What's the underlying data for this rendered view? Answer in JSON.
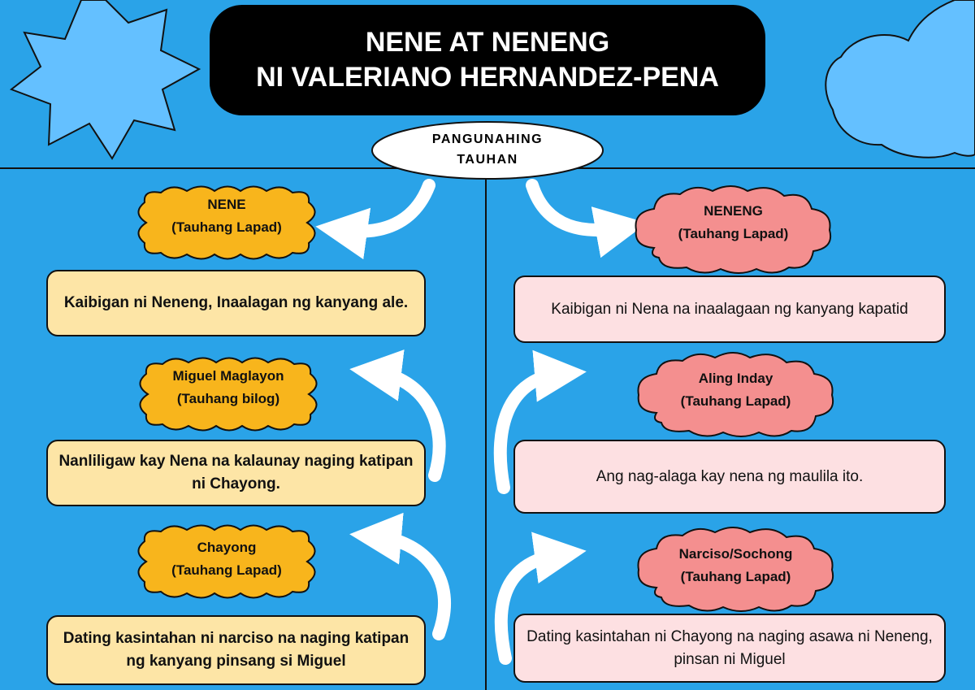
{
  "colors": {
    "background": "#2aa3e8",
    "decor_light_blue": "#64c0ff",
    "title_bg": "#000000",
    "title_text": "#ffffff",
    "left_badge": "#f8b51c",
    "left_box": "#fde5a6",
    "right_badge": "#f48f8f",
    "right_box": "#fde0e2",
    "arrow": "#ffffff"
  },
  "title": {
    "line1": "NENE AT NENENG",
    "line2": "NI VALERIANO HERNANDEZ-PENA"
  },
  "center_oval": {
    "line1": "PANGUNAHING",
    "line2": "TAUHAN"
  },
  "left_characters": [
    {
      "name": "NENE",
      "type": "(Tauhang Lapad)",
      "description": "Kaibigan ni Neneng, Inaalagan ng kanyang ale."
    },
    {
      "name": "Miguel Maglayon",
      "type": "(Tauhang bilog)",
      "description": "Nanliligaw kay Nena na kalaunay naging katipan ni Chayong."
    },
    {
      "name": "Chayong",
      "type": "(Tauhang Lapad)",
      "description": "Dating kasintahan ni narciso na naging katipan ng kanyang pinsang si Miguel"
    }
  ],
  "right_characters": [
    {
      "name": "NENENG",
      "type": "(Tauhang Lapad)",
      "description": "Kaibigan ni Nena na inaalagaan ng kanyang kapatid"
    },
    {
      "name": "Aling Inday",
      "type": "(Tauhang Lapad)",
      "description": "Ang nag-alaga kay nena ng maulila ito."
    },
    {
      "name": "Narciso/Sochong",
      "type": "(Tauhang Lapad)",
      "description": "Dating kasintahan ni Chayong na naging asawa ni Neneng, pinsan ni Miguel"
    }
  ]
}
